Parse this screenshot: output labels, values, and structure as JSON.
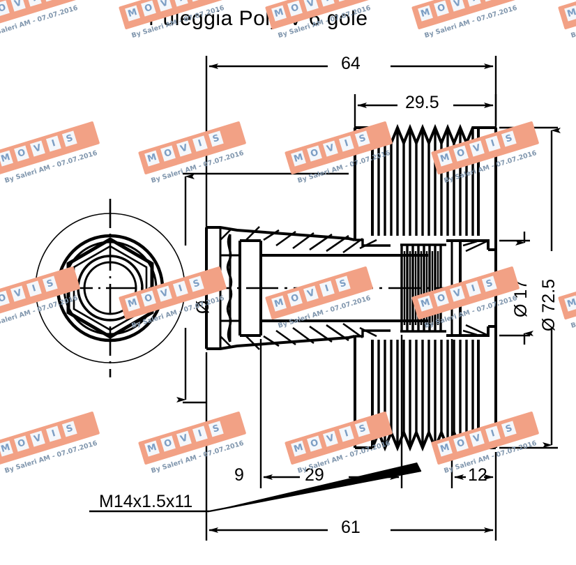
{
  "drawing": {
    "title": "Puleggia Poly-V 6 gole",
    "type": "technical-drawing",
    "units": "mm",
    "projection": "front-view-and-section",
    "groove_count": 6
  },
  "dimensions": {
    "overall_length_top": "64",
    "groove_band_width": "29.5",
    "front_face_diameter": "Ø 50",
    "bore_diameter": "Ø 17",
    "outer_diameter": "Ø 72.5",
    "hub_step_left": "9",
    "hub_length_mid": "29",
    "hub_step_right": "12",
    "overall_length_bottom": "61",
    "thread_callout": "M14x1.5x11"
  },
  "labels": {
    "d50": "50",
    "d17": "17",
    "d725": "72.5",
    "diameter_symbol": "Ø"
  },
  "watermark": {
    "brand": "MOVIS",
    "letters": [
      "M",
      "O",
      "V",
      "I",
      "S"
    ],
    "subtitle": "By Saleri AM - 07.07.2016",
    "band_color": "#f2a185",
    "letter_color": "#7c9ec4",
    "subtitle_color": "#8096ad",
    "rotation_deg": -17
  },
  "colors": {
    "line": "#000000",
    "background": "#ffffff",
    "watermark": "#f2a185"
  }
}
